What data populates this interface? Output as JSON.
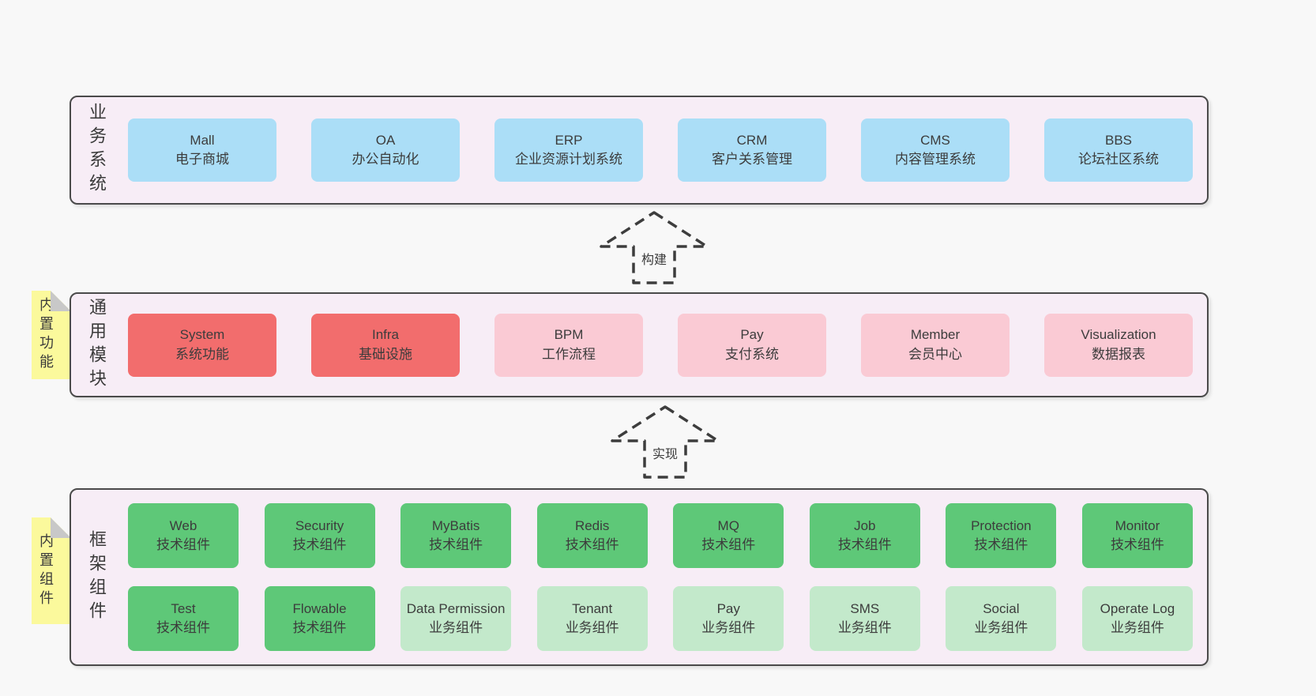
{
  "colors": {
    "page_bg": "#f8f8f8",
    "panel_bg": "#f7edf6",
    "panel_border": "#4a4a4a",
    "blue_box": "#abdef7",
    "red_box": "#f26d6d",
    "pink_box": "#facad4",
    "green_box": "#5ec878",
    "light_green_box": "#c3e9cb",
    "note_bg": "#fbf99c",
    "note_fold": "#c8c8c8",
    "text": "#3c3c3c"
  },
  "layers": {
    "business": {
      "label": "业务系统",
      "items": [
        {
          "name": "Mall",
          "desc": "电子商城"
        },
        {
          "name": "OA",
          "desc": "办公自动化"
        },
        {
          "name": "ERP",
          "desc": "企业资源计划系统"
        },
        {
          "name": "CRM",
          "desc": "客户关系管理"
        },
        {
          "name": "CMS",
          "desc": "内容管理系统"
        },
        {
          "name": "BBS",
          "desc": "论坛社区系统"
        }
      ]
    },
    "modules": {
      "label": "通用模块",
      "note": "内置功能",
      "items": [
        {
          "name": "System",
          "desc": "系统功能",
          "variant": "red"
        },
        {
          "name": "Infra",
          "desc": "基础设施",
          "variant": "red"
        },
        {
          "name": "BPM",
          "desc": "工作流程",
          "variant": "pink"
        },
        {
          "name": "Pay",
          "desc": "支付系统",
          "variant": "pink"
        },
        {
          "name": "Member",
          "desc": "会员中心",
          "variant": "pink"
        },
        {
          "name": "Visualization",
          "desc": "数据报表",
          "variant": "pink"
        }
      ]
    },
    "components": {
      "label": "框架组件",
      "note": "内置组件",
      "row1": [
        {
          "name": "Web",
          "desc": "技术组件",
          "variant": "green"
        },
        {
          "name": "Security",
          "desc": "技术组件",
          "variant": "green"
        },
        {
          "name": "MyBatis",
          "desc": "技术组件",
          "variant": "green"
        },
        {
          "name": "Redis",
          "desc": "技术组件",
          "variant": "green"
        },
        {
          "name": "MQ",
          "desc": "技术组件",
          "variant": "green"
        },
        {
          "name": "Job",
          "desc": "技术组件",
          "variant": "green"
        },
        {
          "name": "Protection",
          "desc": "技术组件",
          "variant": "green"
        },
        {
          "name": "Monitor",
          "desc": "技术组件",
          "variant": "green"
        }
      ],
      "row2": [
        {
          "name": "Test",
          "desc": "技术组件",
          "variant": "green"
        },
        {
          "name": "Flowable",
          "desc": "技术组件",
          "variant": "green"
        },
        {
          "name": "Data Permission",
          "desc": "业务组件",
          "variant": "light"
        },
        {
          "name": "Tenant",
          "desc": "业务组件",
          "variant": "light"
        },
        {
          "name": "Pay",
          "desc": "业务组件",
          "variant": "light"
        },
        {
          "name": "SMS",
          "desc": "业务组件",
          "variant": "light"
        },
        {
          "name": "Social",
          "desc": "业务组件",
          "variant": "light"
        },
        {
          "name": "Operate Log",
          "desc": "业务组件",
          "variant": "light"
        }
      ]
    }
  },
  "arrows": [
    {
      "label": "构建"
    },
    {
      "label": "实现"
    }
  ]
}
